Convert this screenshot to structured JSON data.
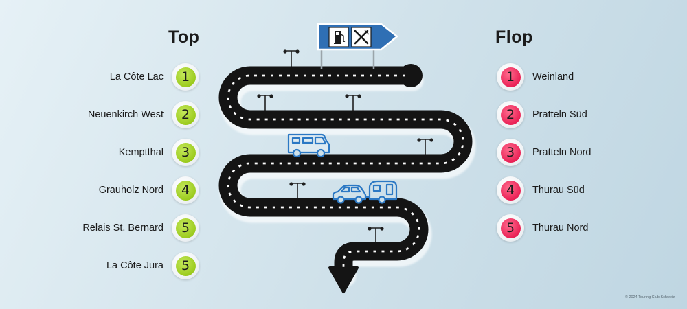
{
  "top": {
    "title": "Top",
    "items": [
      {
        "name": "La Côte Lac",
        "rank": "1"
      },
      {
        "name": "Neuenkirch West",
        "rank": "2"
      },
      {
        "name": "Kemptthal",
        "rank": "3"
      },
      {
        "name": "Grauholz Nord",
        "rank": "4"
      },
      {
        "name": "Relais St. Bernard",
        "rank": "5"
      },
      {
        "name": "La Côte Jura",
        "rank": "5"
      }
    ]
  },
  "flop": {
    "title": "Flop",
    "items": [
      {
        "name": "Weinland",
        "rank": "1"
      },
      {
        "name": "Pratteln Süd",
        "rank": "2"
      },
      {
        "name": "Pratteln Nord",
        "rank": "3"
      },
      {
        "name": "Thurau Süd",
        "rank": "4"
      },
      {
        "name": "Thurau Nord",
        "rank": "5"
      }
    ]
  },
  "sign": {
    "icons": [
      "fuel-pump-icon",
      "fork-knife-icon"
    ]
  },
  "copyright": "© 2024 Touring Club Schweiz",
  "colors": {
    "top_accent": "#9ccb1e",
    "flop_accent": "#ea2256",
    "road": "#141414",
    "sign": "#2f6fb4",
    "vehicles": "#2b78c4"
  }
}
